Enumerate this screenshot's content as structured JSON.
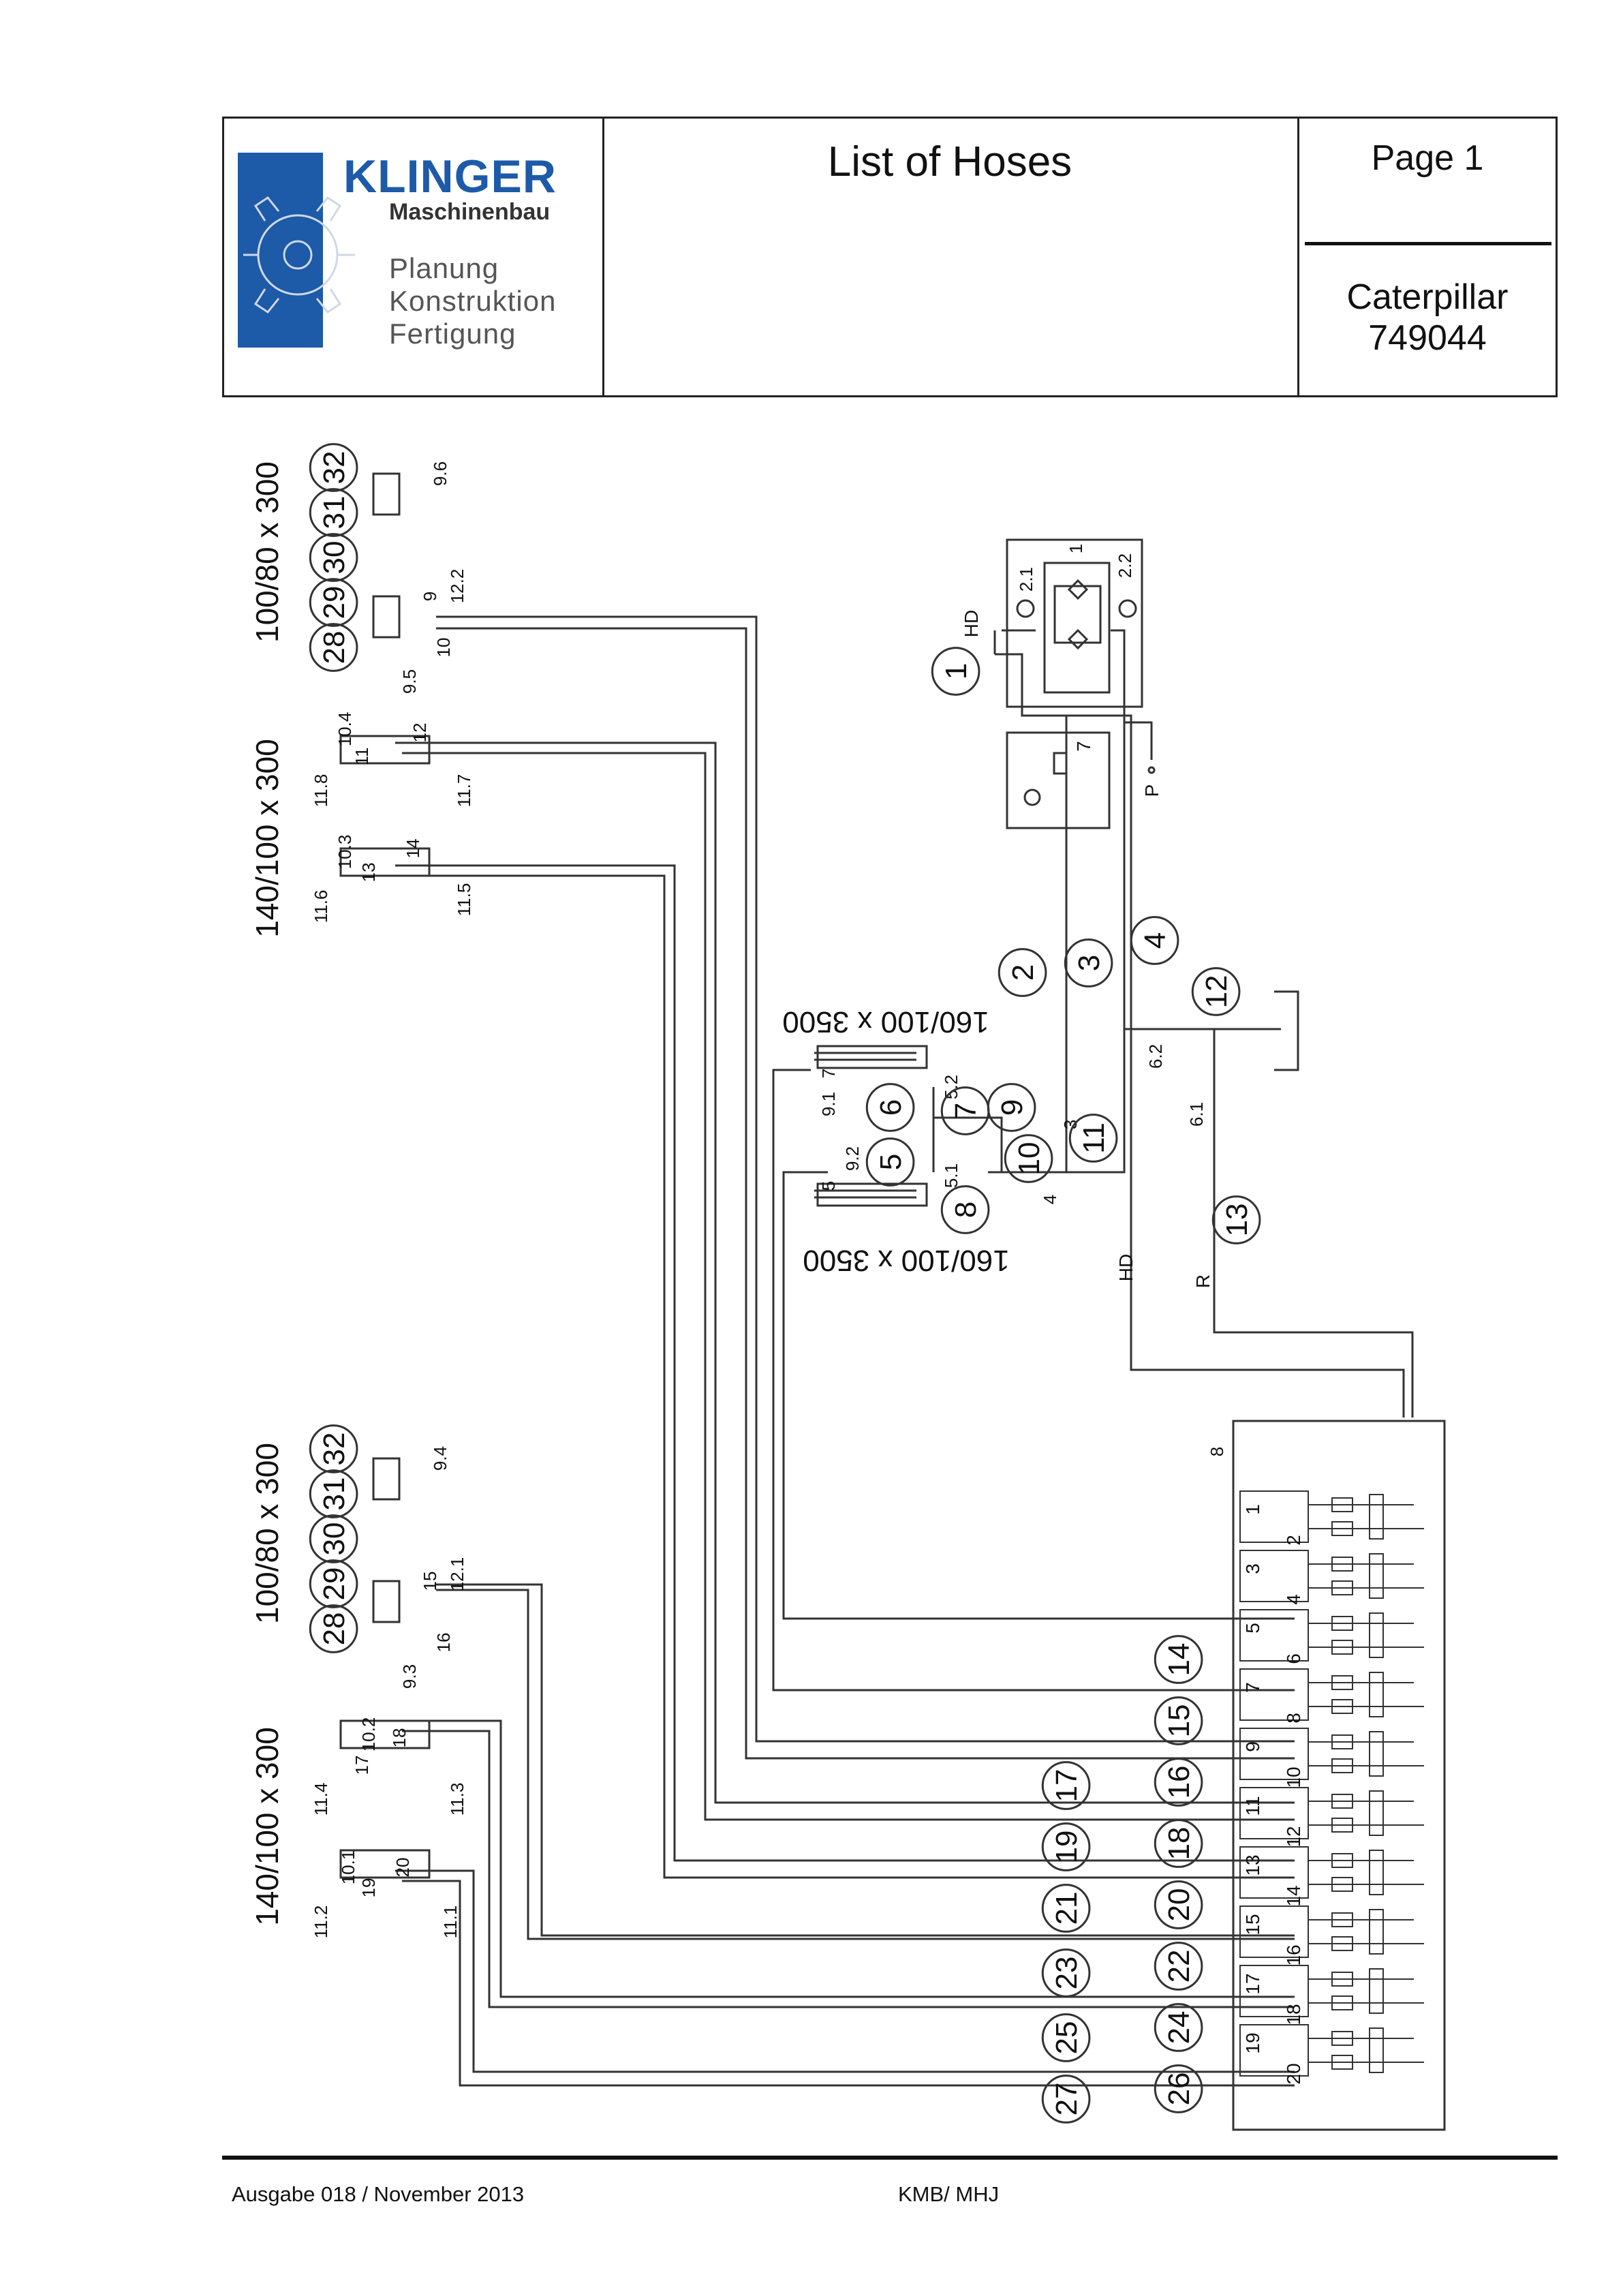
{
  "header": {
    "logo": {
      "brand": "KLINGER",
      "subtitle": "Maschinenbau",
      "taglines": [
        "Planung",
        "Konstruktion",
        "Fertigung"
      ],
      "brand_color": "#1d5aa8"
    },
    "title": "List of Hoses",
    "page_label": "Page 1",
    "customer": "Caterpillar",
    "order_number": "749044"
  },
  "footer": {
    "edition": "Ausgabe 018 / November 2013",
    "author": "KMB/ MHJ"
  },
  "diagram": {
    "cylinder_groups": [
      {
        "size": "100/80 x 300",
        "hose_refs": [
          "28",
          "29",
          "30",
          "31",
          "32"
        ],
        "labels": [
          "9.5",
          "10",
          "9",
          "12.2",
          "9.6"
        ]
      },
      {
        "size": "140/100 x 300",
        "labels": [
          "11.8",
          "10.4",
          "11",
          "12",
          "11.7",
          "11.6",
          "10.3",
          "13",
          "14",
          "11.5"
        ]
      },
      {
        "size": "100/80 x 300",
        "hose_refs": [
          "28",
          "29",
          "30",
          "31",
          "32"
        ],
        "labels": [
          "9.3",
          "16",
          "15",
          "12.1",
          "9.4"
        ]
      },
      {
        "size": "140/100 x 300",
        "labels": [
          "11.4",
          "10.2",
          "17",
          "18",
          "11.3",
          "11.2",
          "10.1",
          "19",
          "20",
          "11.1"
        ]
      }
    ],
    "main_cylinders": [
      {
        "size": "160/100 x 3500",
        "port": "7",
        "labels": [
          "9.1",
          "5.2"
        ]
      },
      {
        "size": "160/100 x 3500",
        "port": "5",
        "labels": [
          "9.2",
          "5.1"
        ]
      }
    ],
    "filter_unit": {
      "id": "1",
      "gauges": [
        "2.1",
        "2.2"
      ],
      "line": "HD",
      "port": "P"
    },
    "relief_unit": {
      "id": "7"
    },
    "line_labels": {
      "hd": "HD",
      "return": "R",
      "block_port": "8",
      "tee_3": "3",
      "tee_4": "4"
    },
    "check_labels": [
      "6.2",
      "6.1"
    ],
    "hose_numbers_center": [
      "1",
      "2",
      "3",
      "4",
      "5",
      "6",
      "7",
      "8",
      "9",
      "10",
      "11",
      "12",
      "13"
    ],
    "hose_numbers_block_right": [
      "14",
      "15",
      "16",
      "18",
      "20",
      "22",
      "24",
      "26"
    ],
    "hose_numbers_block_left": [
      "17",
      "19",
      "21",
      "23",
      "25",
      "27"
    ],
    "valve_block_ports": [
      "1",
      "2",
      "3",
      "4",
      "5",
      "6",
      "7",
      "8",
      "9",
      "10",
      "11",
      "12",
      "13",
      "14",
      "15",
      "16",
      "17",
      "18",
      "19",
      "20"
    ]
  }
}
